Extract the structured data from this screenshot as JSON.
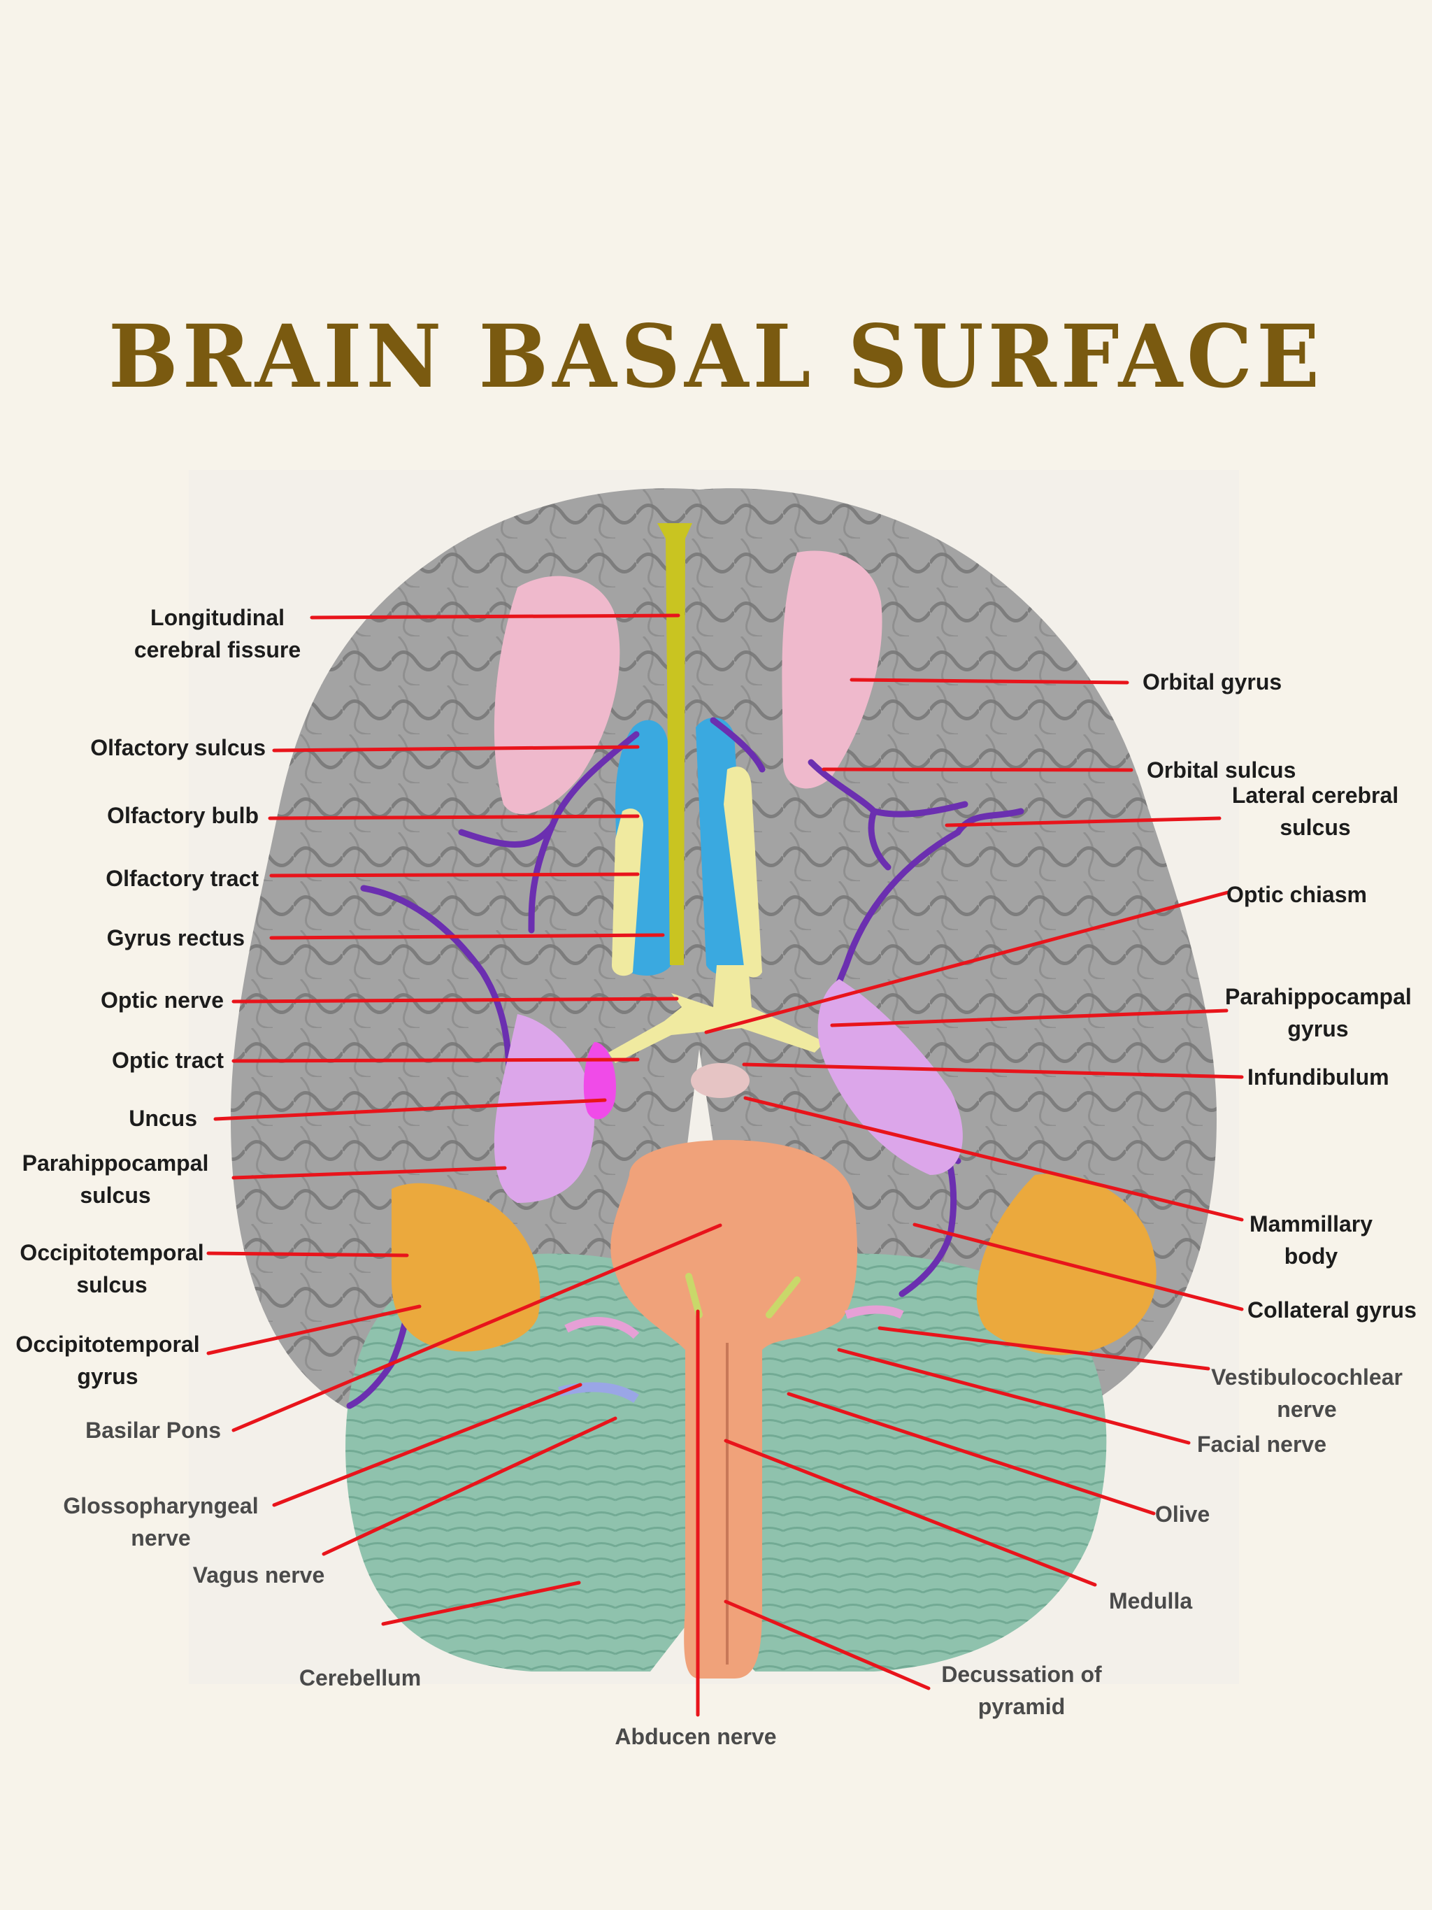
{
  "title": "BRAIN BASAL SURFACE",
  "colors": {
    "title": "#7a5a10",
    "leader_lines": "#e8141b",
    "cortex": "#9c9c9c",
    "orbital_gyrus": "#efb9cc",
    "gyrus_rectus": "#3aa9e0",
    "olfactory": "#f0eaa0",
    "fissure": "#c9c421",
    "sulci": "#6b2fb0",
    "parahippocampal": "#dca6ea",
    "uncus": "#f04be8",
    "occipitotemporal": "#eba93d",
    "brainstem": "#f0a27a",
    "cerebellum": "#8fc2ad"
  },
  "labels": {
    "longitudinal_fissure": "Longitudinal\ncerebral fissure",
    "olfactory_sulcus": "Olfactory sulcus",
    "olfactory_bulb": "Olfactory bulb",
    "olfactory_tract": "Olfactory tract",
    "gyrus_rectus": "Gyrus rectus",
    "optic_nerve": "Optic nerve",
    "optic_tract": "Optic tract",
    "uncus": "Uncus",
    "parahippocampal_sulcus": "Parahippocampal\nsulcus",
    "occipitotemporal_sulcus": "Occipitotemporal\nsulcus",
    "occipitotemporal_gyrus": "Occipitotemporal\ngyrus",
    "basilar_pons": "Basilar Pons",
    "glossopharyngeal_nerve": "Glossopharyngeal\nnerve",
    "vagus_nerve": "Vagus nerve",
    "cerebellum": "Cerebellum",
    "abducen_nerve": "Abducen nerve",
    "orbital_gyrus": "Orbital gyrus",
    "orbital_sulcus": "Orbital sulcus",
    "lateral_cerebral_sulcus": "Lateral cerebral\nsulcus",
    "optic_chiasm": "Optic chiasm",
    "parahippocampal_gyrus": "Parahippocampal\ngyrus",
    "infundibulum": "Infundibulum",
    "mammillary_body": "Mammillary\nbody",
    "collateral_gyrus": "Collateral gyrus",
    "vestibulocochlear_nerve": "Vestibulocochlear\nnerve",
    "facial_nerve": "Facial nerve",
    "olive": "Olive",
    "medulla": "Medulla",
    "decussation_of_pyramid": "Decussation of\npyramid"
  }
}
